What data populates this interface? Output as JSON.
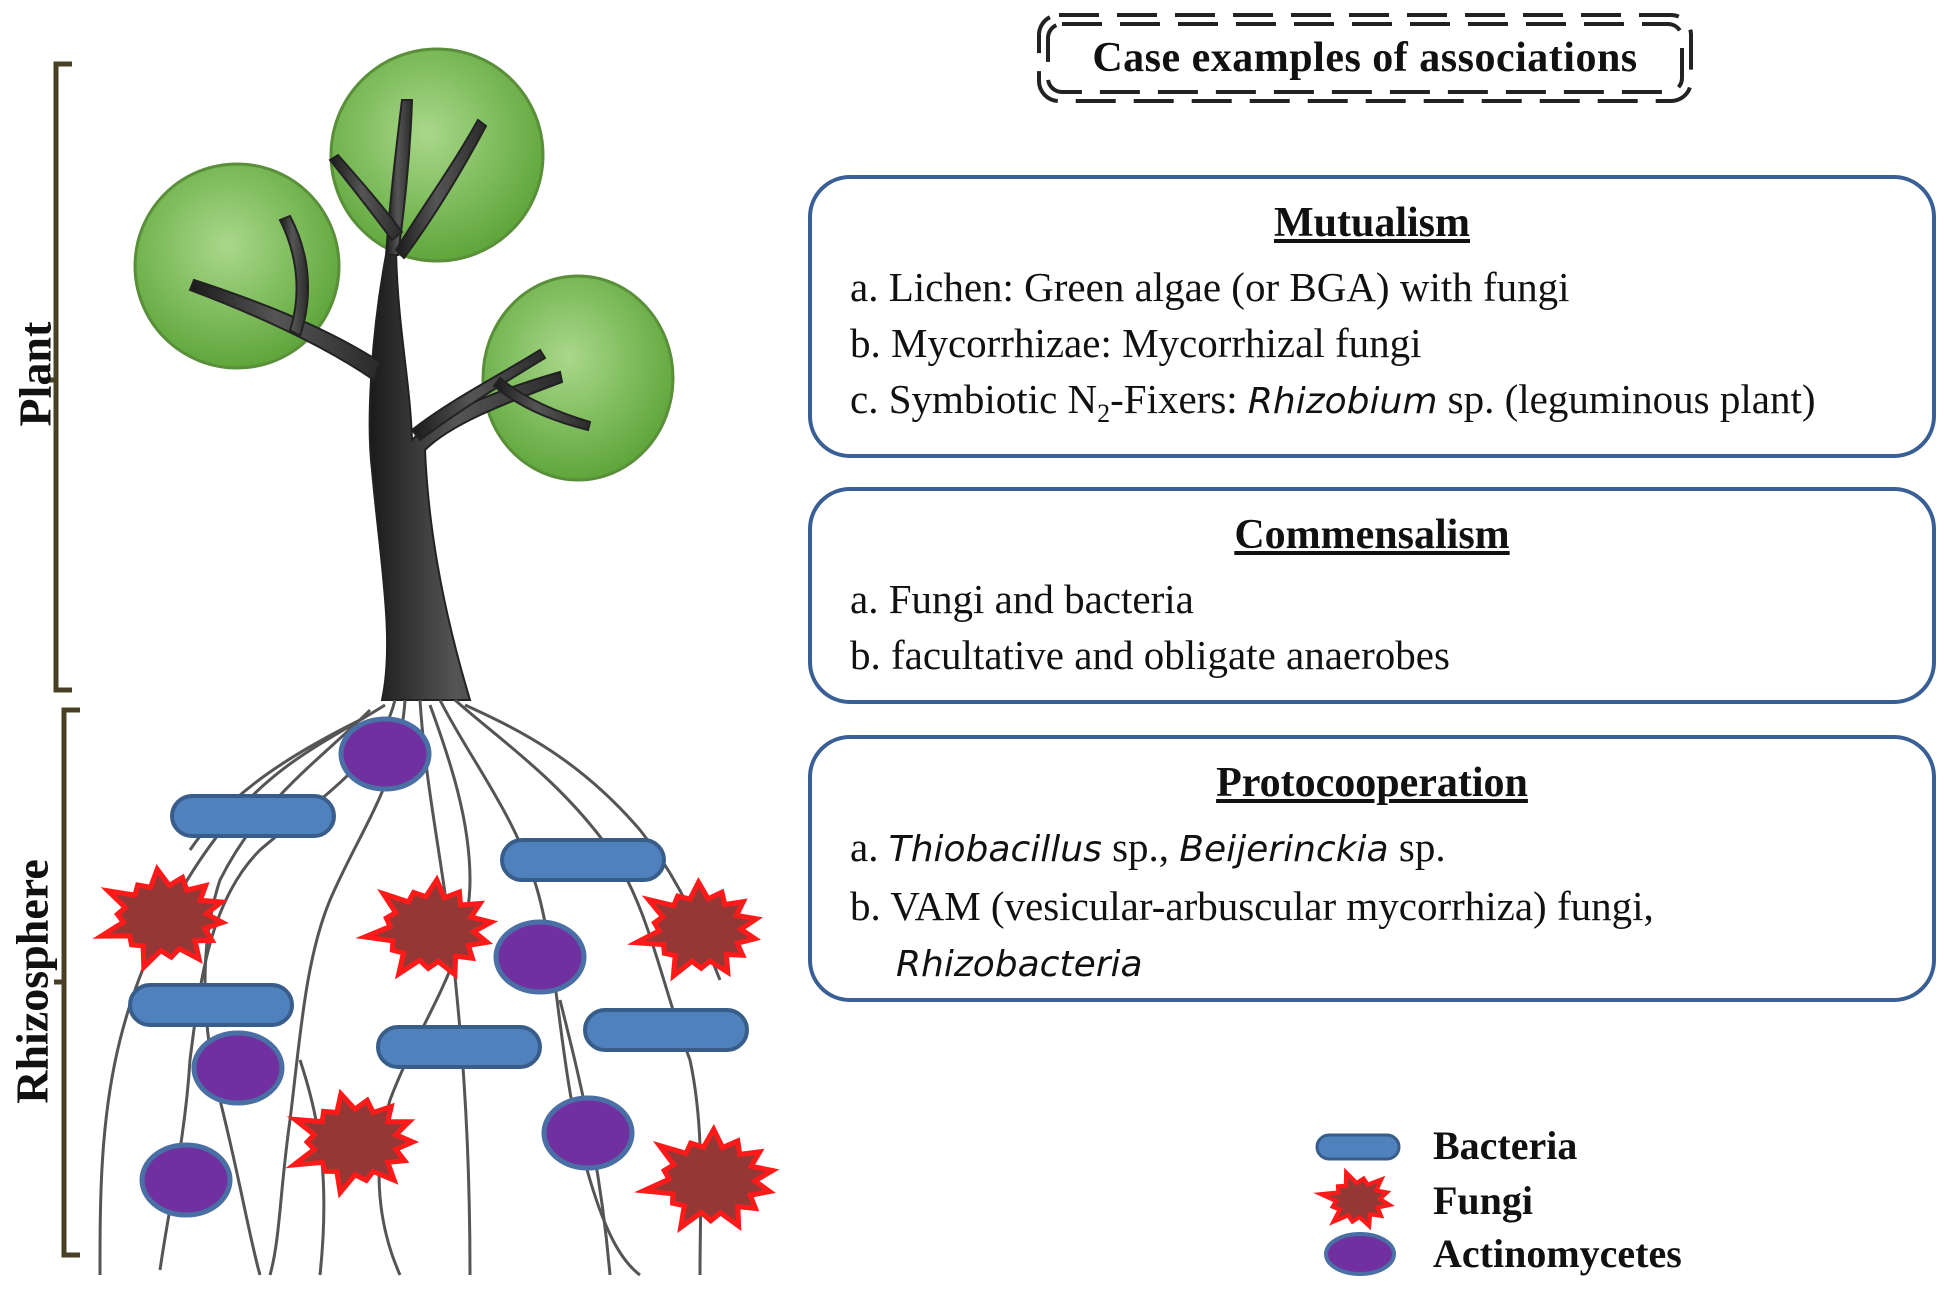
{
  "side_labels": {
    "plant": "Plant",
    "rhizosphere": "Rhizosphere"
  },
  "title": "Case examples of associations",
  "panels": {
    "mutualism": {
      "title": "Mutualism",
      "a": "a. Lichen: Green algae (or BGA) with fungi",
      "b": "b. Mycorrhizae: Mycorrhizal fungi",
      "c_pre": "c. Symbiotic N",
      "c_sub": "2",
      "c_mid": "-Fixers: ",
      "c_sci": "Rhizobium",
      "c_post": " sp. (leguminous plant)"
    },
    "commensalism": {
      "title": "Commensalism",
      "a": "a. Fungi and bacteria",
      "b": "b. facultative and obligate anaerobes"
    },
    "protocooperation": {
      "title": "Protocooperation",
      "a_pre": "a. ",
      "a_sci1": "Thiobacillus",
      "a_mid": " sp., ",
      "a_sci2": "Beijerinckia",
      "a_post": " sp.",
      "b": "b. VAM (vesicular-arbuscular mycorrhiza) fungi,",
      "b2": "Rhizobacteria"
    }
  },
  "legend": {
    "bacteria": "Bacteria",
    "fungi": "Fungi",
    "actinomycetes": "Actinomycetes"
  },
  "colors": {
    "bacteria_fill": "#4f81bd",
    "bacteria_stroke": "#385d8a",
    "fungi_fill": "#953735",
    "fungi_stroke": "#ff1a1a",
    "actino_fill": "#7030a0",
    "actino_stroke": "#4a6fa5",
    "leaf_fill": "#77b84f",
    "panel_border": "#3a5f96",
    "bracket": "#4a4025"
  }
}
